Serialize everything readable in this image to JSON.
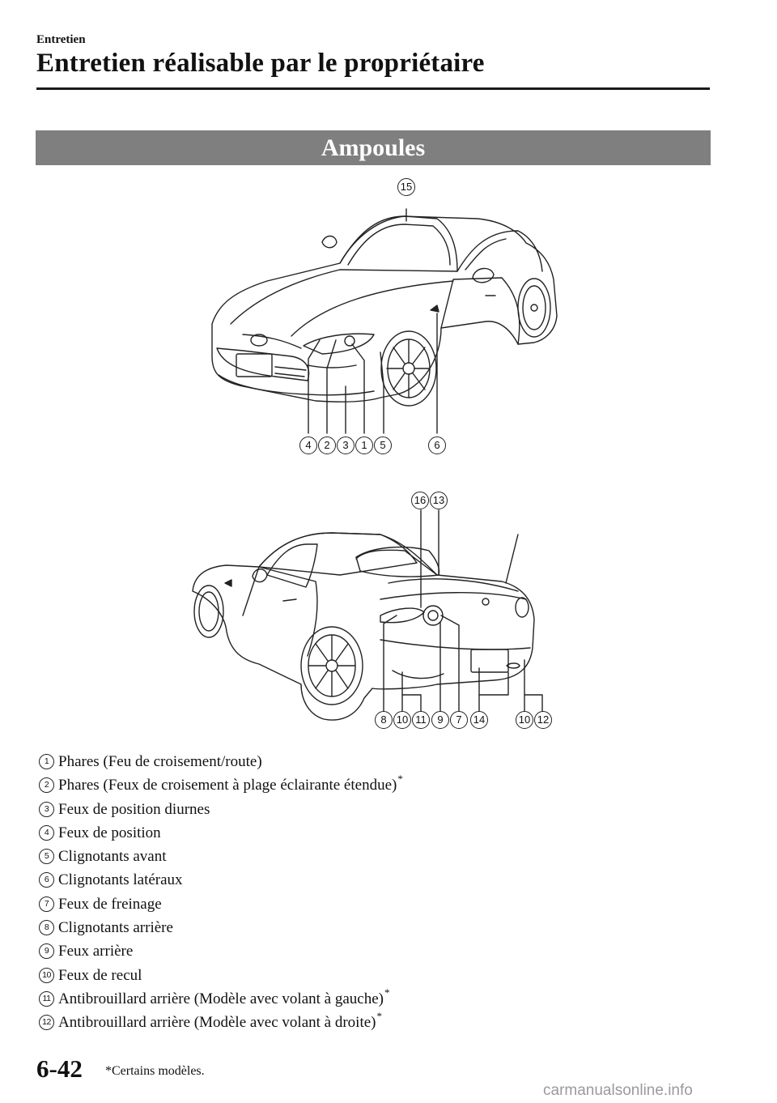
{
  "header": {
    "section": "Entretien",
    "title": "Entretien réalisable par le propriétaire"
  },
  "banner": {
    "title": "Ampoules"
  },
  "front_figure": {
    "callouts": [
      "15",
      "4",
      "2",
      "3",
      "1",
      "5",
      "6"
    ]
  },
  "rear_figure": {
    "callouts": [
      "16",
      "13",
      "8",
      "10",
      "11",
      "9",
      "7",
      "14",
      "10",
      "12"
    ]
  },
  "legend": [
    {
      "num": "1",
      "text": "Phares (Feu de croisement/route)",
      "star": ""
    },
    {
      "num": "2",
      "text": "Phares (Feux de croisement à plage éclairante étendue)",
      "star": "*"
    },
    {
      "num": "3",
      "text": "Feux de position diurnes",
      "star": ""
    },
    {
      "num": "4",
      "text": "Feux de position",
      "star": ""
    },
    {
      "num": "5",
      "text": "Clignotants avant",
      "star": ""
    },
    {
      "num": "6",
      "text": "Clignotants latéraux",
      "star": ""
    },
    {
      "num": "7",
      "text": "Feux de freinage",
      "star": ""
    },
    {
      "num": "8",
      "text": "Clignotants arrière",
      "star": ""
    },
    {
      "num": "9",
      "text": "Feux arrière",
      "star": ""
    },
    {
      "num": "10",
      "text": "Feux de recul",
      "star": ""
    },
    {
      "num": "11",
      "text": "Antibrouillard arrière (Modèle avec volant à gauche)",
      "star": "*"
    },
    {
      "num": "12",
      "text": "Antibrouillard arrière (Modèle avec volant à droite)",
      "star": "*"
    }
  ],
  "footer": {
    "page_number": "6-42",
    "footnote": "*Certains modèles.",
    "watermark": "carmanualsonline.info"
  }
}
